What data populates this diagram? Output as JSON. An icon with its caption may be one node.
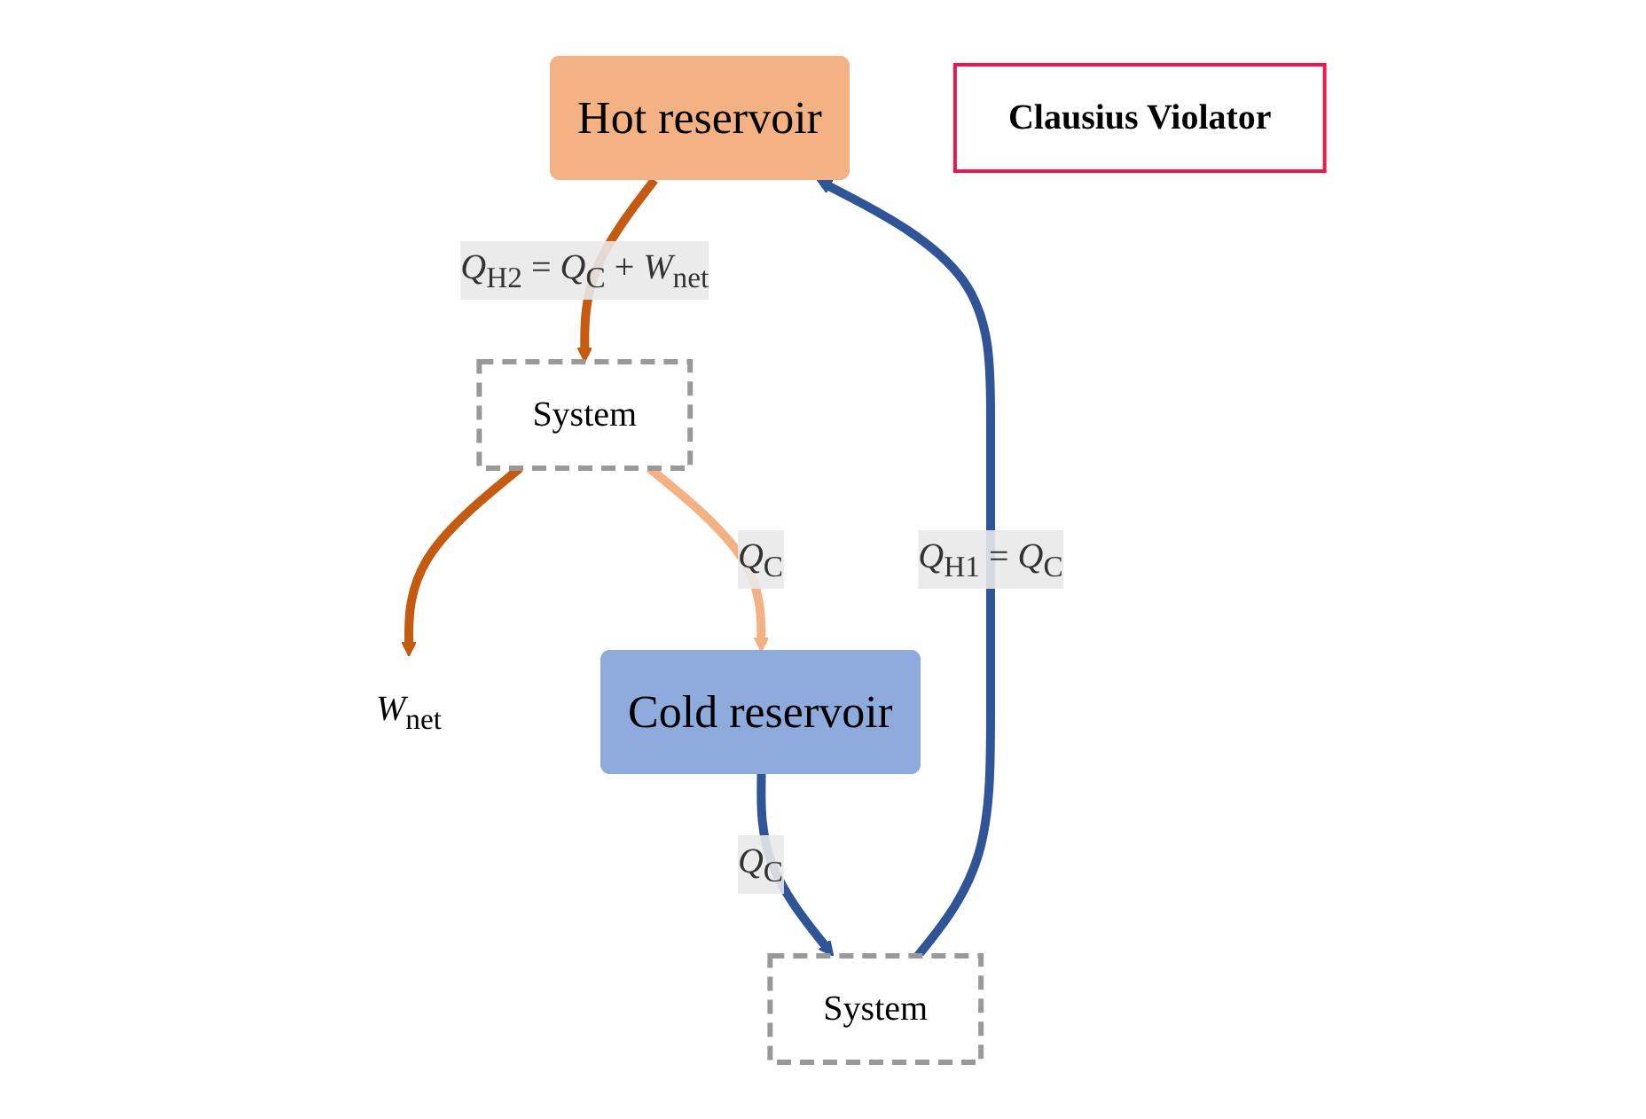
{
  "diagram": {
    "nodes": [
      {
        "text": [
          "Hot reservoir"
        ]
      },
      {
        "text": [
          "Clausius Violator"
        ]
      },
      {
        "text": [
          "System"
        ]
      },
      {
        "text": [
          "System"
        ]
      },
      {
        "text": [
          "*W*$_{net}$"
        ]
      },
      {
        "text": [
          "Cold reservoir"
        ]
      }
    ],
    "edges": [
      {
        "from": 0,
        "to": 3,
        "arrow": "to",
        "label": "*Q*$_{H2}$ = *Q*$_{C}$ + *W*$_{net}$",
        "color": "#c55a11"
      },
      {
        "from": 3,
        "to": 4,
        "arrow": "to",
        "color": "#c55a11"
      },
      {
        "from": 3,
        "to": 5,
        "arrow": "to",
        "label": "*Q*$_{C}$",
        "color": "#f4b183"
      },
      {
        "from": 5,
        "to": 2,
        "arrow": "to",
        "label": "*Q*$_{C}$",
        "color": "#2f5597"
      },
      {
        "from": 2,
        "to": 0,
        "arrow": "to",
        "label": "*Q*$_{H1}$ = *Q*$_{C}$",
        "color": "#2f5597"
      }
    ]
  }
}
